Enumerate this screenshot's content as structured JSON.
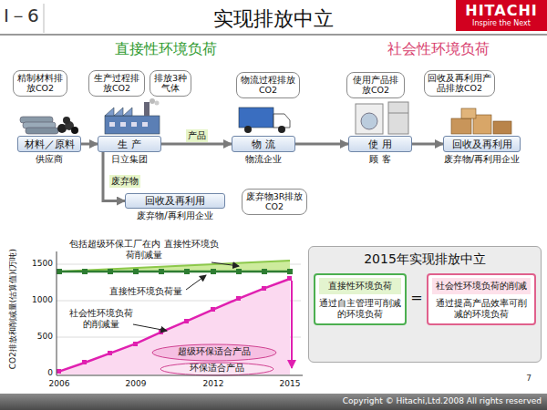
{
  "diagram": {
    "title": "实现排放中立",
    "nodes": [
      {
        "text": [
          "直接性环境负荷"
        ]
      },
      {
        "text": [
          "精制材料排放CO2"
        ],
        "in": 0
      },
      {
        "text": [
          "材料／原料",
          "供应商"
        ],
        "in": 0
      },
      {
        "text": [
          "生产过程排放CO2"
        ],
        "in": 0
      },
      {
        "text": [
          "排放3种气体"
        ],
        "in": 0
      },
      {
        "text": [
          "生 产",
          "日立集团"
        ],
        "in": 0
      },
      {
        "text": [
          "物流过程排放CO2"
        ],
        "in": 0
      },
      {
        "text": [
          "物 流",
          "物流企业"
        ],
        "in": 0
      },
      {
        "text": [
          "回收及再利用",
          "废弃物/再利用企业"
        ],
        "in": 0
      },
      {
        "text": [
          "废弃物3R排放CO2"
        ],
        "in": 0
      },
      {
        "text": [
          "社会性环境负荷"
        ]
      },
      {
        "text": [
          "使用产品排放CO2"
        ],
        "in": 10
      },
      {
        "text": [
          "回收及再利用产品排放CO2"
        ],
        "in": 10
      },
      {
        "text": [
          "使 用",
          "顾 客"
        ],
        "in": 10
      },
      {
        "text": [
          "回收及再利用",
          "废弃物/再利用企业"
        ],
        "in": 10
      },
      {
        "text": [
          "2015年实现排放中立"
        ]
      },
      {
        "text": [
          "直接性环境负荷",
          "通过自主管理可削减的环境负荷"
        ],
        "in": 15
      },
      {
        "text": [
          "社会性环境负荷的削减",
          "通过提高产品效率可削减的环境负荷"
        ],
        "in": 15
      }
    ],
    "edges": [
      {
        "from": 2,
        "to": 5,
        "arrow": "to"
      },
      {
        "from": 5,
        "to": 7,
        "label": "产品",
        "arrow": "to"
      },
      {
        "from": 7,
        "to": 13,
        "arrow": "to"
      },
      {
        "from": 13,
        "to": 14,
        "arrow": "to"
      },
      {
        "from": 5,
        "to": 8,
        "label": "废弃物",
        "arrow": "to"
      }
    ],
    "labels": [
      "Ⅰ－6",
      "HITACHI",
      "Inspire the Next",
      "包括超级环保工厂在内 直接性环境负荷削减量",
      "直接性环境负荷量",
      "社会性环境负荷的削减量",
      "超级环保适合产品",
      "环保适合产品",
      "1500",
      "1000",
      "500",
      "0",
      "2006",
      "2009",
      "2012",
      "2015",
      "CO2排放和削减量(估算值)(万吨)",
      "=",
      "7",
      "Copyright © Hitachi,Ltd.2008 All rights reserved"
    ]
  }
}
